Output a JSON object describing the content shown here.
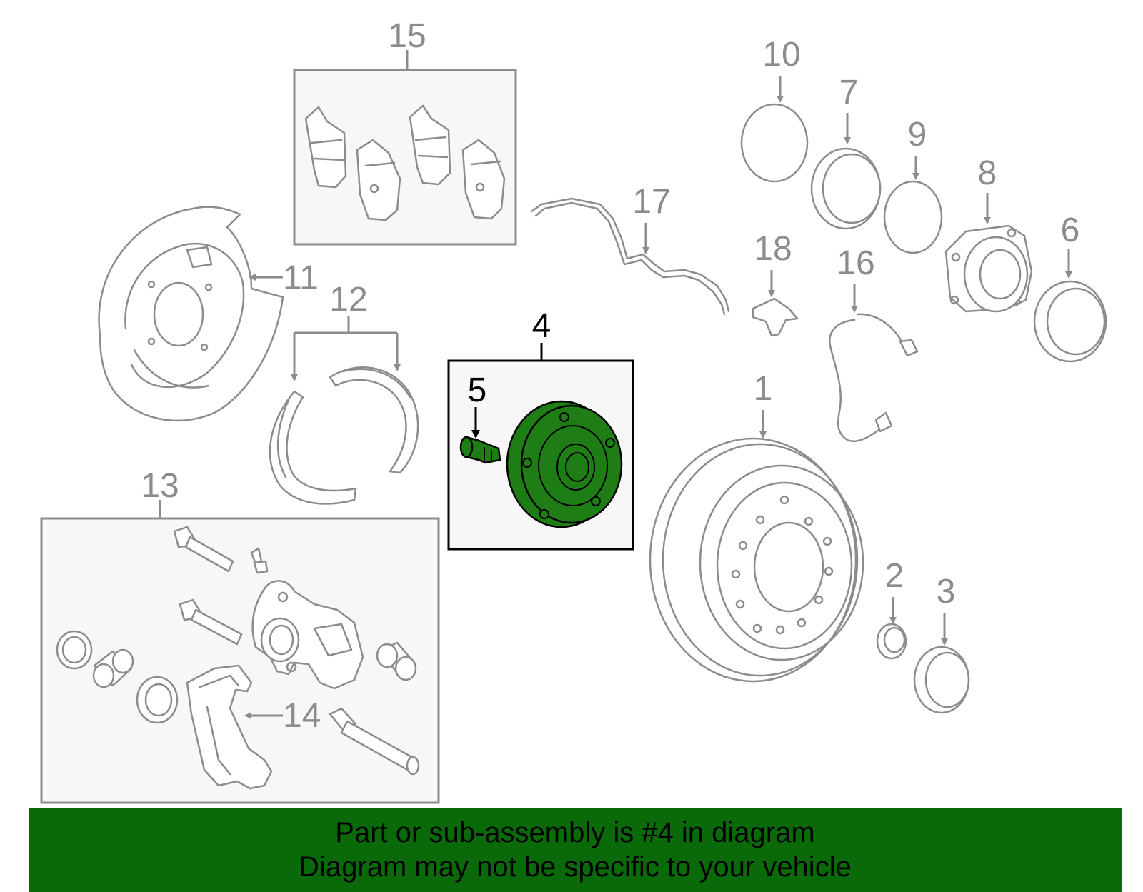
{
  "diagram": {
    "colors": {
      "part_line": "#8c8c8c",
      "highlight_fill": "#1e7d14",
      "highlight_line": "#000000",
      "box_fill": "#f7f7f7",
      "banner_fill": "#0a6a0a"
    },
    "callouts": {
      "c1": "1",
      "c2": "2",
      "c3": "3",
      "c4": "4",
      "c5": "5",
      "c6": "6",
      "c7": "7",
      "c8": "8",
      "c9": "9",
      "c10": "10",
      "c11": "11",
      "c12": "12",
      "c13": "13",
      "c14": "14",
      "c15": "15",
      "c16": "16",
      "c17": "17",
      "c18": "18"
    },
    "highlighted_part": "4"
  },
  "banner": {
    "line1": "Part or sub-assembly is #4 in diagram",
    "line2": "Diagram may not be specific to your vehicle"
  }
}
